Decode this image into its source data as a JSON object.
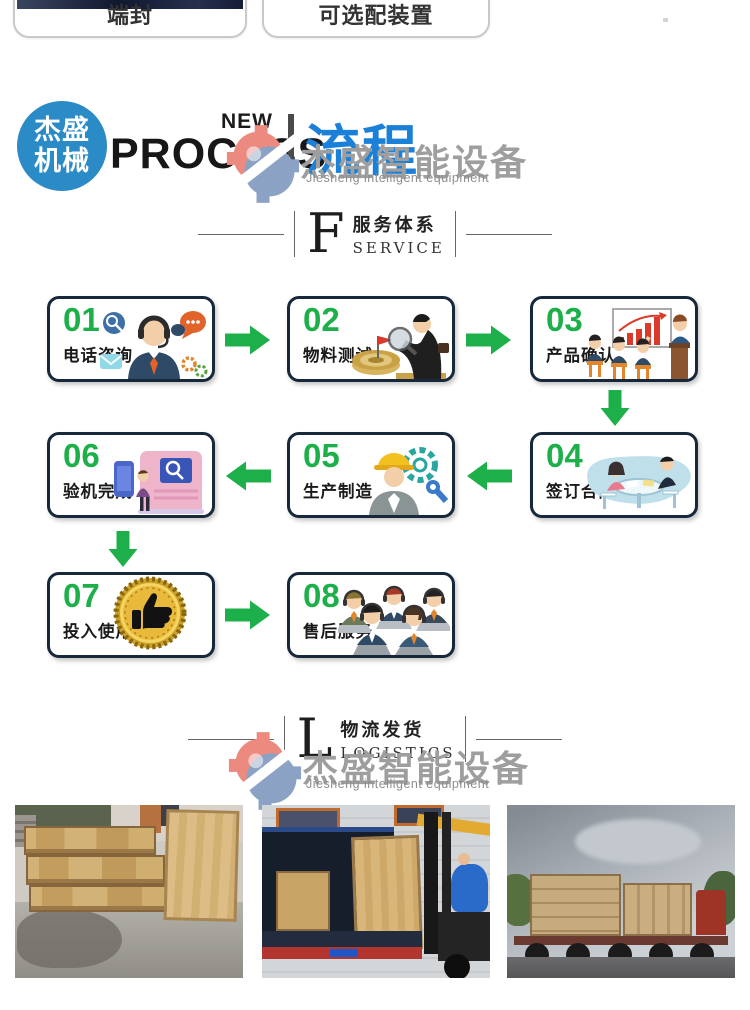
{
  "top_cards": {
    "left_label": "端封",
    "right_label": "可选配装置"
  },
  "brand": {
    "badge_line1": "杰盛",
    "badge_line2": "机械",
    "new_label": "NEW",
    "title_en": "PROCESS",
    "title_cn": "流程",
    "watermark_cn": "杰盛智能设备",
    "watermark_en": "Jiesheng intelligent equipment"
  },
  "service_header": {
    "initial": "F",
    "title_cn": "服务体系",
    "title_en": "SERVICE"
  },
  "logistics_header": {
    "initial": "L",
    "title_cn": "物流发货",
    "title_en": "LOGISTICS"
  },
  "logistics_watermark": {
    "cn": "杰盛智能设备",
    "en": "Jiesheng intelligent equipment"
  },
  "steps": [
    {
      "num": "01",
      "label": "电话咨询"
    },
    {
      "num": "02",
      "label": "物料测试"
    },
    {
      "num": "03",
      "label": "产品确认"
    },
    {
      "num": "04",
      "label": "签订合同"
    },
    {
      "num": "05",
      "label": "生产制造"
    },
    {
      "num": "06",
      "label": "验机完成"
    },
    {
      "num": "07",
      "label": "投入使用"
    },
    {
      "num": "08",
      "label": "售后服务"
    }
  ],
  "photos": [
    {
      "alt": "wooden crates stacked outside workshop"
    },
    {
      "alt": "forklift loading wooden crate into blue truck"
    },
    {
      "alt": "flatbed truck loaded with wooden crates"
    }
  ],
  "colors": {
    "accent_green": "#1db04a",
    "badge_blue": "#2b8bc6",
    "title_blue": "#1b80d8",
    "box_border": "#16283a",
    "watermark_gray": "#9e9e9e",
    "card_border": "#c9c9c9"
  }
}
